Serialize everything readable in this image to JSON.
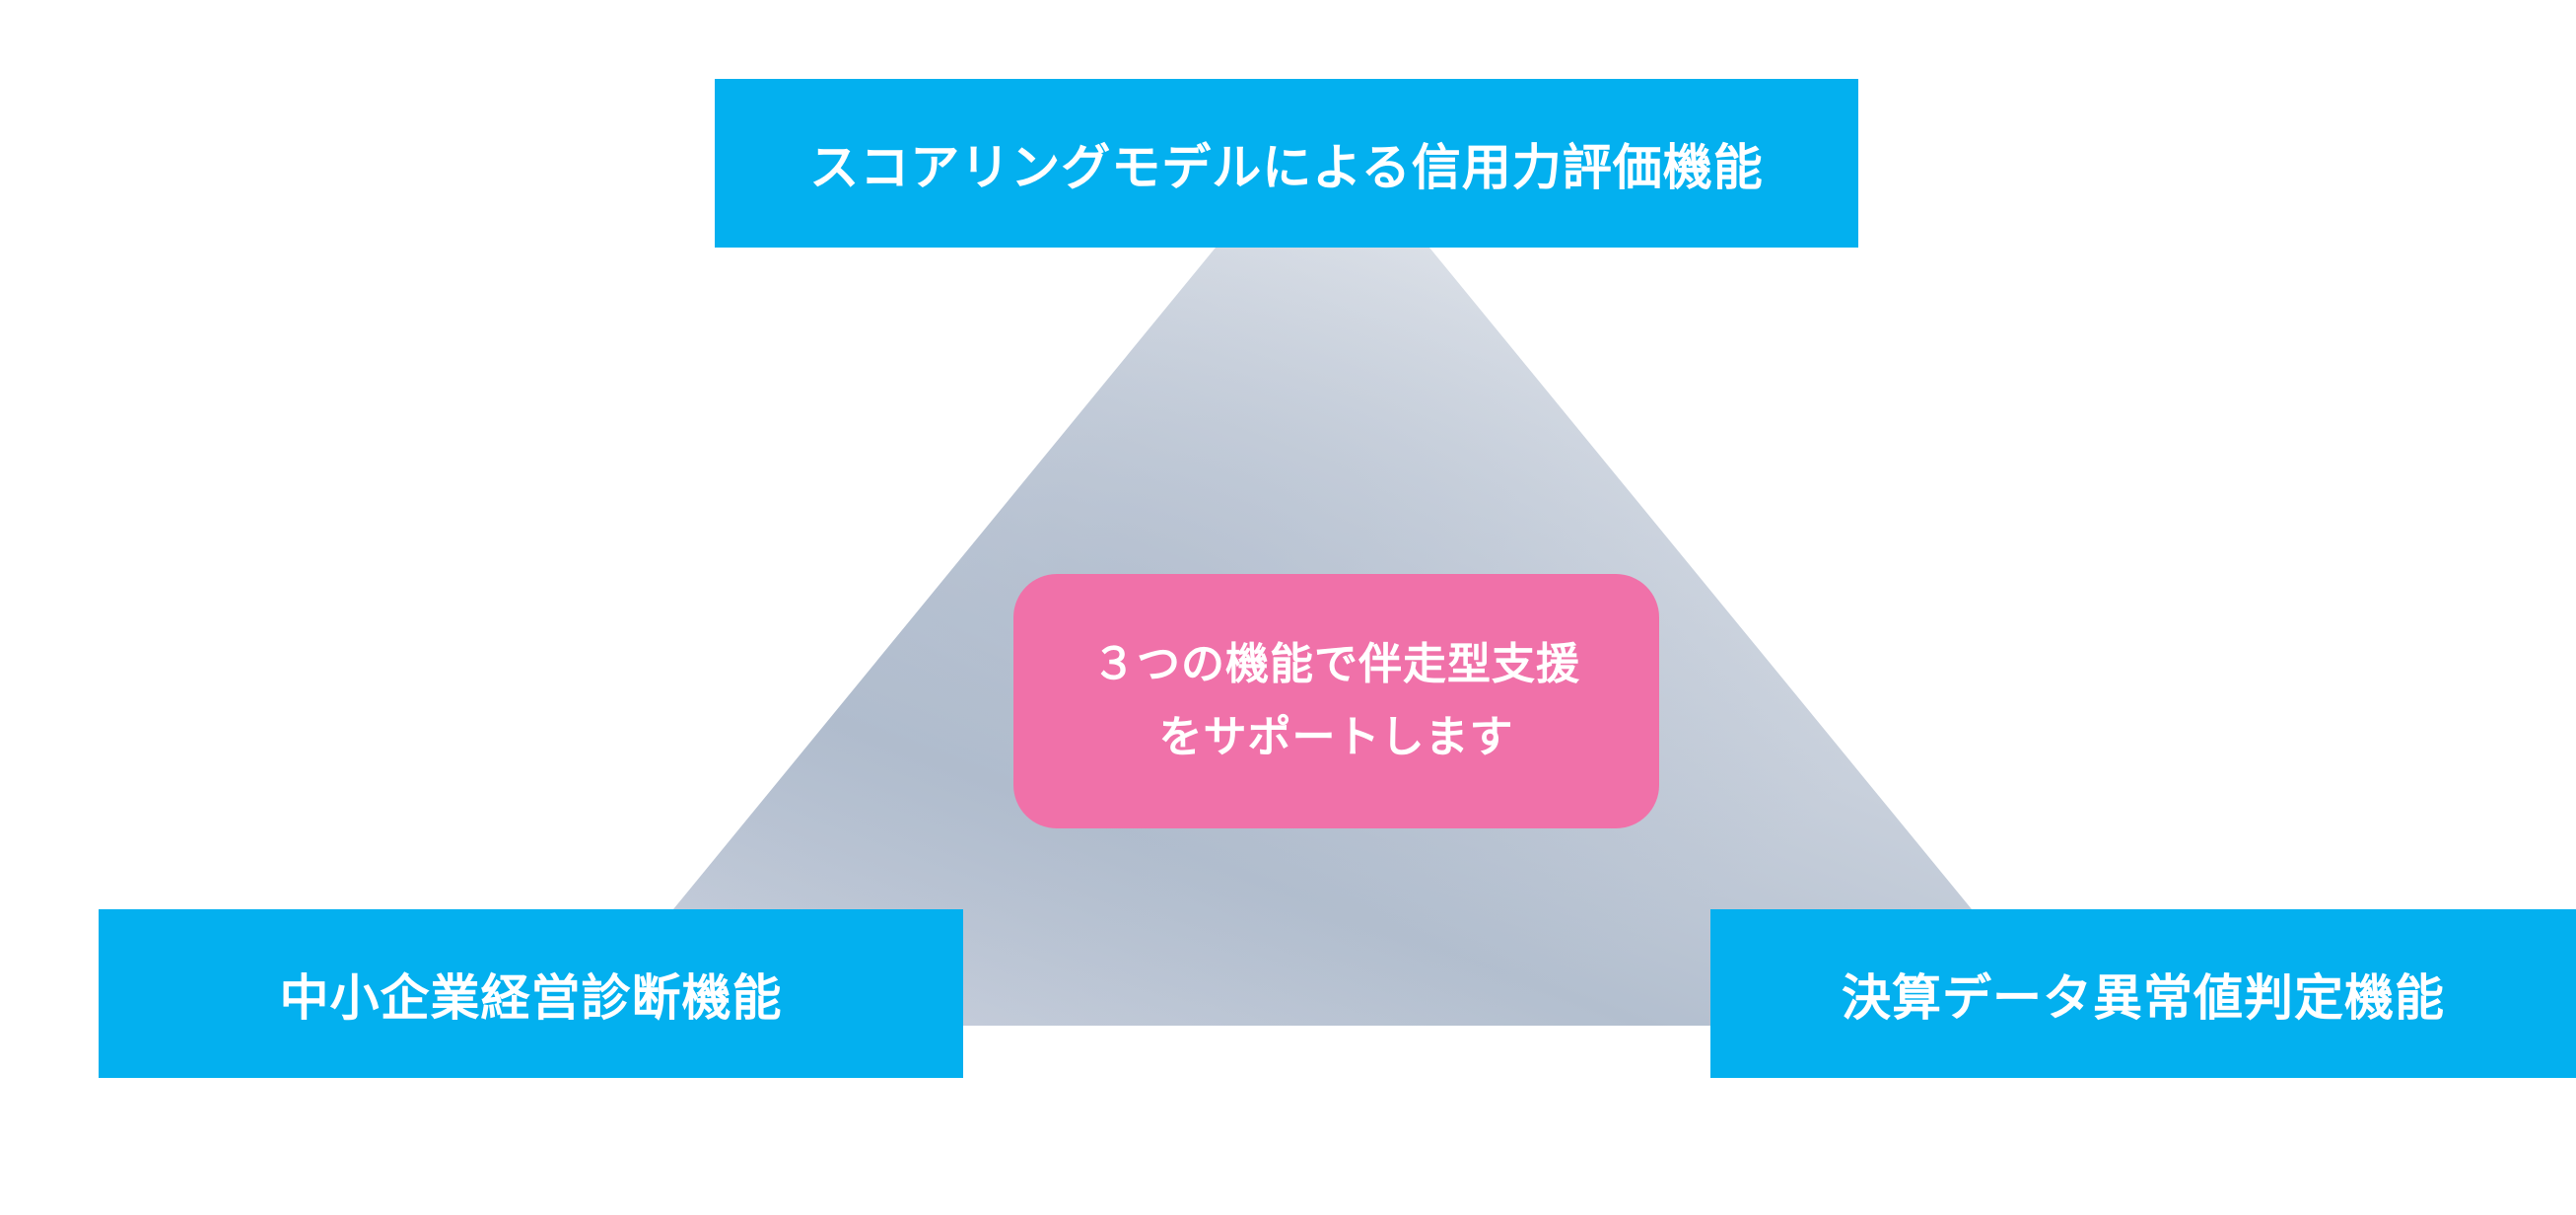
{
  "features": {
    "top": "スコアリングモデルによる信用力評価機能",
    "left": "中小企業経営診断機能",
    "right": "決算データ異常値判定機能"
  },
  "center": {
    "line1": "３つの機能で伴走型支援",
    "line2": "をサポートします"
  },
  "colors": {
    "feature_box": "#03b0ef",
    "center_box": "#f071a9",
    "triangle_light": "#dfe3ea",
    "triangle_dark": "#aebacb"
  }
}
